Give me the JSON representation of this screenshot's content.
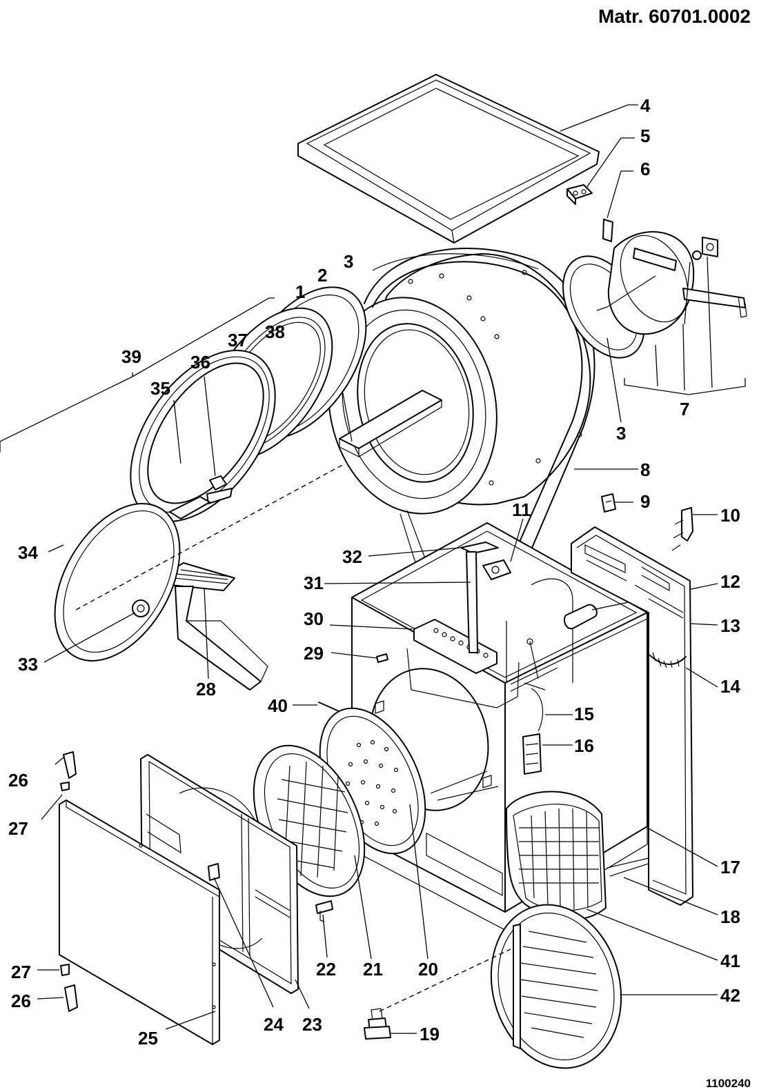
{
  "header": {
    "title": "Matr.  60701.0002",
    "figure_number": "1100240"
  },
  "callouts": [
    "1",
    "2",
    "3",
    "4",
    "5",
    "6",
    "7",
    "8",
    "9",
    "10",
    "11",
    "12",
    "13",
    "14",
    "15",
    "16",
    "17",
    "18",
    "19",
    "20",
    "21",
    "22",
    "23",
    "24",
    "25",
    "26",
    "27",
    "28",
    "29",
    "30",
    "31",
    "32",
    "33",
    "34",
    "35",
    "36",
    "37",
    "38",
    "39",
    "40",
    "41",
    "42"
  ]
}
